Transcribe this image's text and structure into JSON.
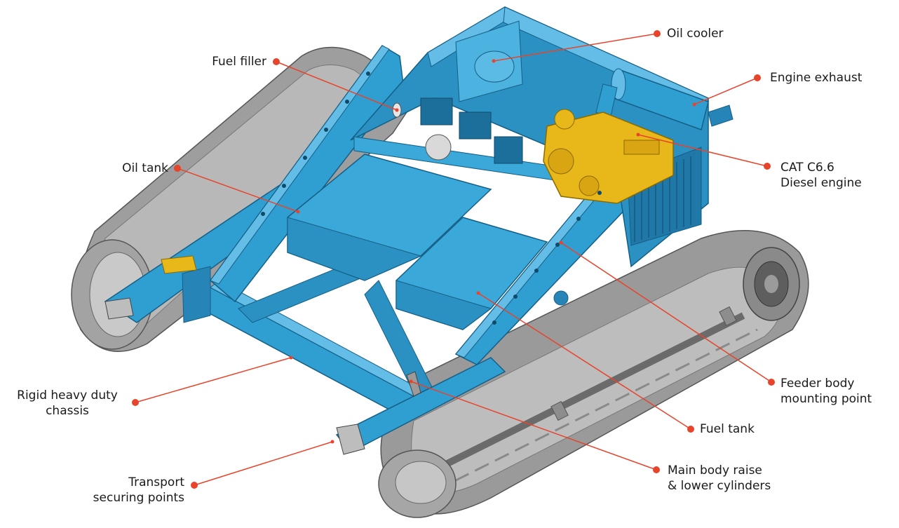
{
  "colors": {
    "frame": "#2f9fd2",
    "frame_dark": "#1f78a8",
    "frame_light": "#63bde6",
    "track": "#a9a9a9",
    "track_dark": "#6e6e6e",
    "engine": "#e8b81a",
    "leader": "#e8432b",
    "text": "#1a1a1a"
  },
  "labels": {
    "oil_cooler": "Oil cooler",
    "fuel_filler": "Fuel filler",
    "engine_exhaust": "Engine exhaust",
    "oil_tank": "Oil tank",
    "cat_engine": "CAT C6.6\nDiesel engine",
    "chassis": "Rigid heavy duty\nchassis",
    "feeder_mount": "Feeder body\nmounting point",
    "fuel_tank": "Fuel tank",
    "main_body_cylinders": "Main body raise\n& lower cylinders",
    "transport_points": "Transport\nsecuring points"
  }
}
